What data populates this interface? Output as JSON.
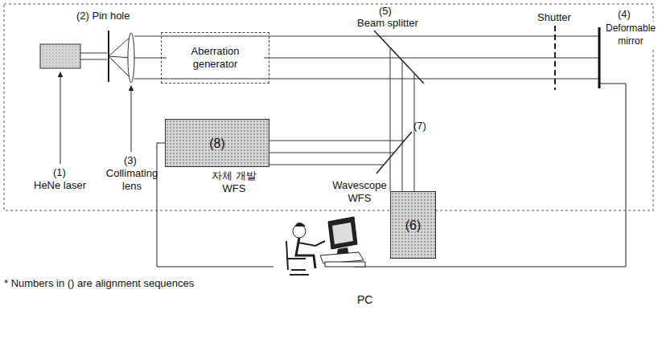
{
  "diagram": {
    "nodes": [
      {
        "text": [
          "Aberration generator"
        ]
      },
      {
        "text": [
          "(8)",
          "자체 개발 WFS"
        ]
      },
      {
        "text": [
          "(6)",
          "Wavescope WFS"
        ]
      },
      {
        "text": [
          "PC"
        ]
      }
    ],
    "edges": [
      {
        "from": 1,
        "to": 3,
        "arrow": "none"
      }
    ],
    "labels": [
      "(2) Pin hole",
      "(5)",
      "Beam splitter",
      "Shutter",
      "(4)",
      "Deformable mirror",
      "(1)",
      "HeNe laser",
      "(3)",
      "Collimating lens",
      "(7)",
      "* Numbers in () are alignment sequences"
    ]
  }
}
